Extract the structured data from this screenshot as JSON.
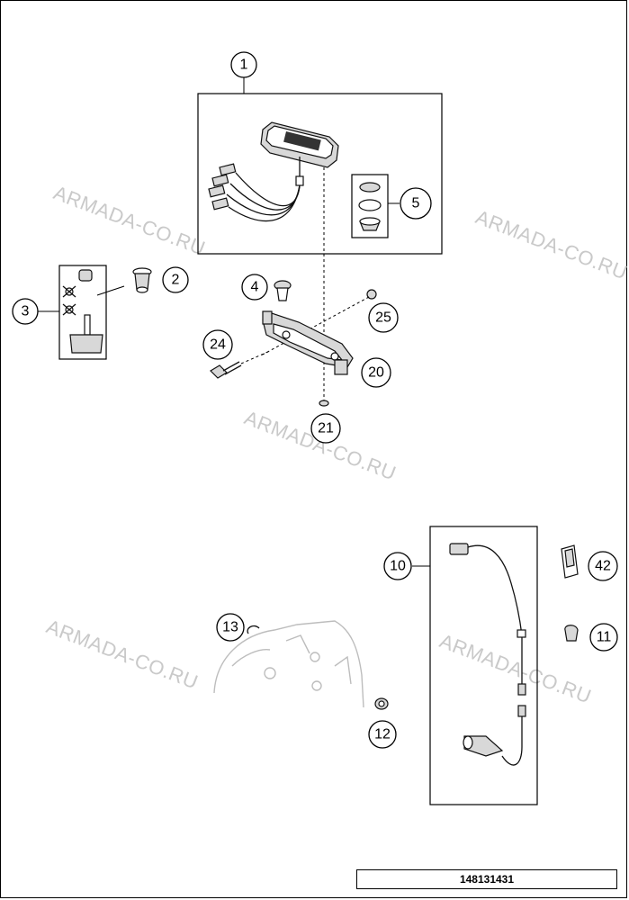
{
  "diagram": {
    "drawing_number": "148131431",
    "watermarks": [
      "ARMADA-CO.RU",
      "ARMADA-CO.RU",
      "ARMADA-CO.RU",
      "ARMADA-CO.RU",
      "ARMADA-CO.RU"
    ],
    "callouts": [
      {
        "id": "callout-1",
        "label": "1"
      },
      {
        "id": "callout-2",
        "label": "2"
      },
      {
        "id": "callout-3",
        "label": "3"
      },
      {
        "id": "callout-4",
        "label": "4"
      },
      {
        "id": "callout-5",
        "label": "5"
      },
      {
        "id": "callout-10",
        "label": "10"
      },
      {
        "id": "callout-11",
        "label": "11"
      },
      {
        "id": "callout-12",
        "label": "12"
      },
      {
        "id": "callout-13",
        "label": "13"
      },
      {
        "id": "callout-20",
        "label": "20"
      },
      {
        "id": "callout-21",
        "label": "21"
      },
      {
        "id": "callout-24",
        "label": "24"
      },
      {
        "id": "callout-25",
        "label": "25"
      },
      {
        "id": "callout-42",
        "label": "42"
      }
    ]
  }
}
